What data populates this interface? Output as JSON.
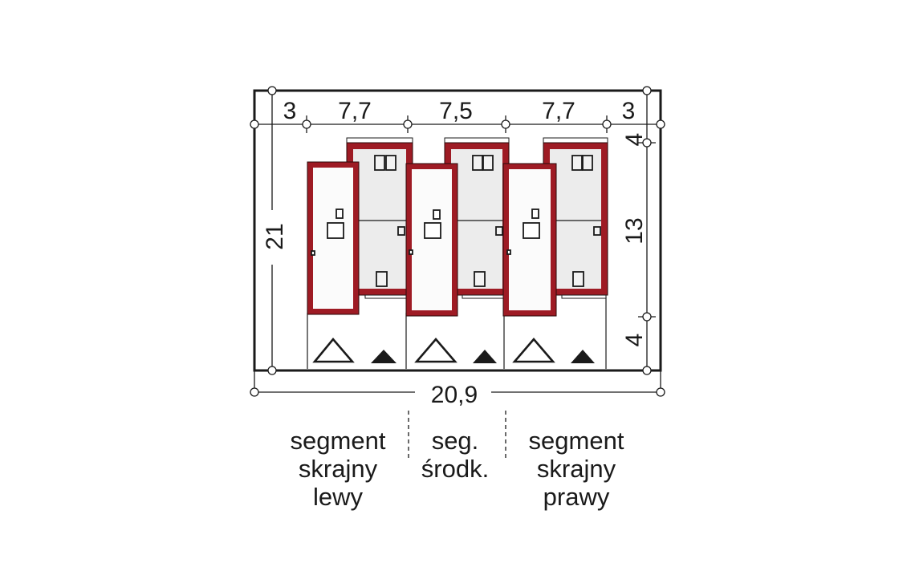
{
  "diagram": {
    "type": "site-plan",
    "subject": "terraced house plot layout (3 segments)",
    "colors": {
      "wall": "#9e1b24",
      "line": "#1a1a1a",
      "room_light": "#fbfbfb",
      "room_grey": "#ececec",
      "background": "#ffffff"
    }
  },
  "dimensions": {
    "top": {
      "left_margin": "3",
      "segment_left": "7,7",
      "segment_middle": "7,5",
      "segment_right": "7,7",
      "right_margin": "3"
    },
    "left": {
      "total_depth": "21"
    },
    "right": {
      "front_setback_top": "4",
      "building_depth": "13",
      "rear_setback_bottom": "4"
    },
    "bottom": {
      "total_width": "20,9"
    }
  },
  "segments": [
    {
      "id": "left",
      "label_lines": [
        "segment",
        "skrajny",
        "lewy"
      ]
    },
    {
      "id": "middle",
      "label_lines": [
        "seg.",
        "środk."
      ]
    },
    {
      "id": "right",
      "label_lines": [
        "segment",
        "skrajny",
        "prawy"
      ]
    }
  ],
  "symbols": {
    "entrance_open": "open-triangle",
    "entrance_filled": "filled-triangle"
  }
}
